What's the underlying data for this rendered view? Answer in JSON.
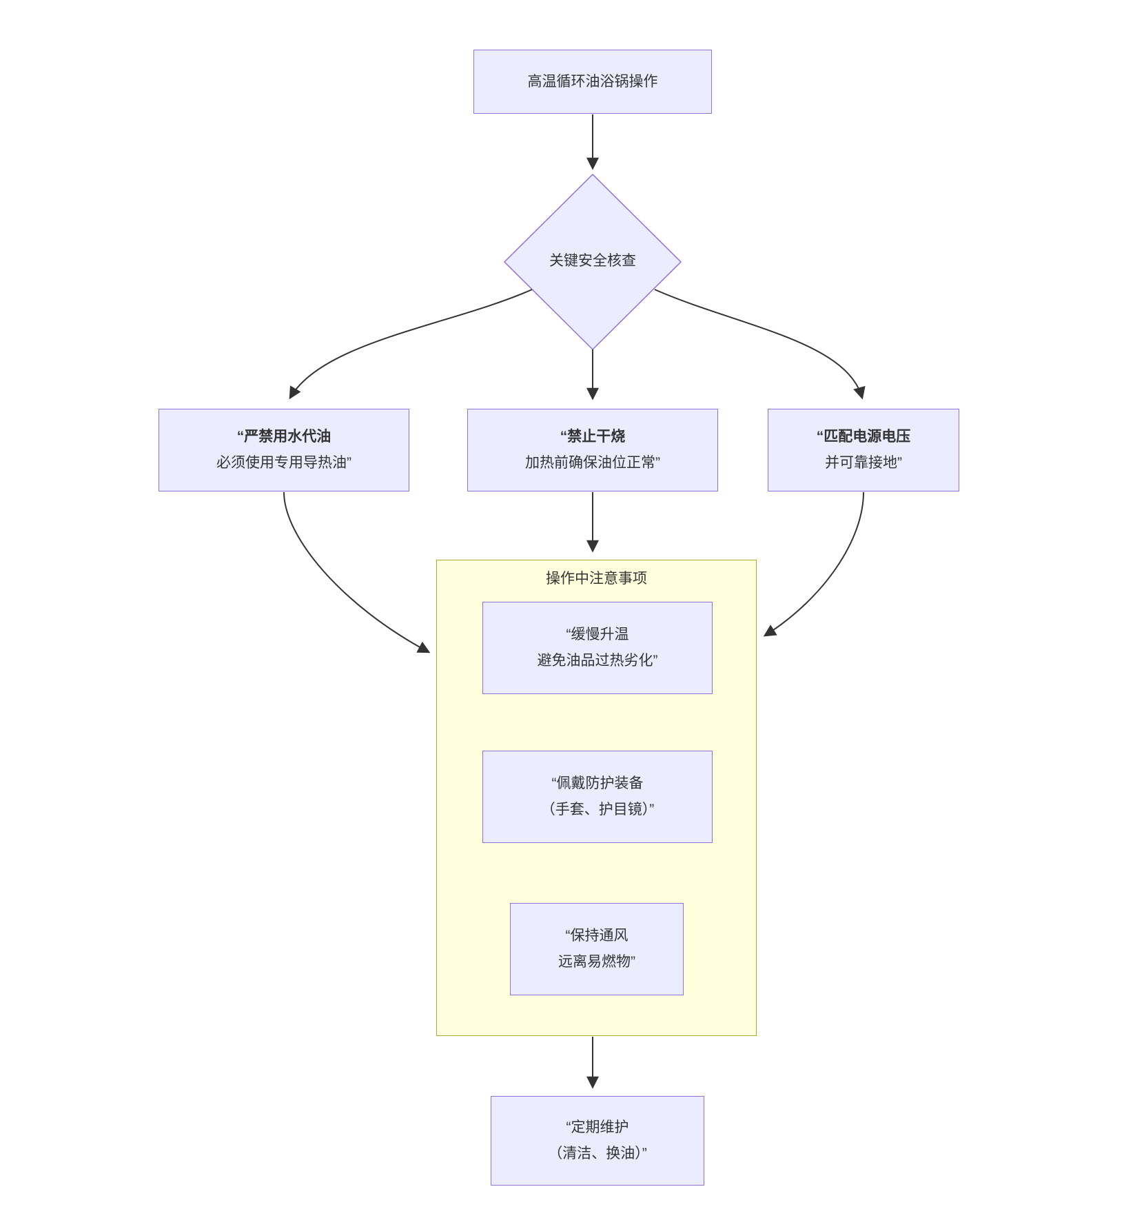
{
  "nodes": {
    "start": {
      "label": "高温循环油浴锅操作"
    },
    "decision": {
      "label": "关键安全核查"
    },
    "rule_water": {
      "line1": "“严禁用水代油",
      "line2": "必须使用专用导热油”"
    },
    "rule_dry": {
      "line1": "“禁止干烧",
      "line2": "加热前确保油位正常”"
    },
    "rule_power": {
      "line1": "“匹配电源电压",
      "line2": "并可靠接地”"
    },
    "operation_group": {
      "title": "操作中注意事项"
    },
    "op_heatup": {
      "line1": "“缓慢升温",
      "line2": "避免油品过热劣化”"
    },
    "op_ppe": {
      "line1": "“佩戴防护装备",
      "line2": "（手套、护目镜）”"
    },
    "op_vent": {
      "line1": "“保持通风",
      "line2": "远离易燃物”"
    },
    "maintenance": {
      "line1": "“定期维护",
      "line2": "（清洁、换油）”"
    }
  },
  "edges": [
    {
      "from": "start",
      "to": "decision"
    },
    {
      "from": "decision",
      "to": "rule_water"
    },
    {
      "from": "decision",
      "to": "rule_dry"
    },
    {
      "from": "decision",
      "to": "rule_power"
    },
    {
      "from": "rule_water",
      "to": "operation_group"
    },
    {
      "from": "rule_dry",
      "to": "operation_group"
    },
    {
      "from": "rule_power",
      "to": "operation_group"
    },
    {
      "from": "operation_group",
      "to": "maintenance"
    }
  ],
  "colors": {
    "node_fill": "#ECECFF",
    "node_border": "#9370DB",
    "subgraph_fill": "#FFFFDE",
    "subgraph_border": "#AAAA33",
    "edge": "#333333",
    "text": "#333333"
  }
}
